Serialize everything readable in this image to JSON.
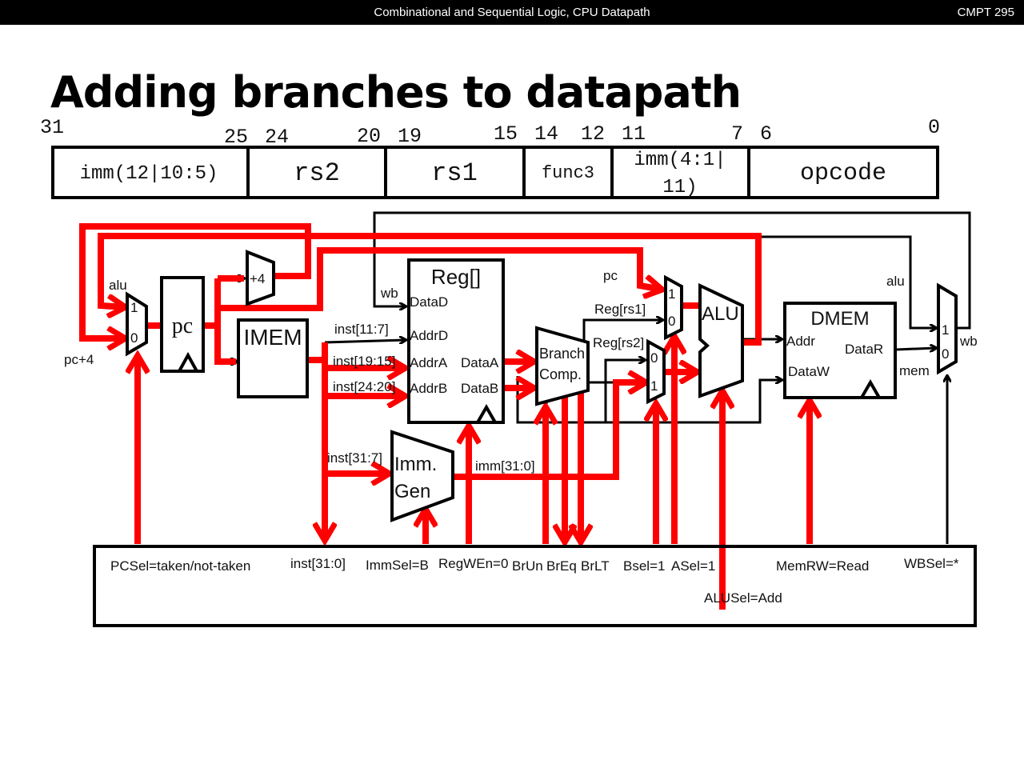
{
  "header": {
    "title": "Combinational and Sequential Logic, CPU Datapath",
    "course": "CMPT 295"
  },
  "slide_title": "Adding branches to datapath",
  "instruction_format": {
    "bit_labels": [
      "31",
      "25",
      "24",
      "20",
      "19",
      "15",
      "14",
      "12",
      "11",
      "7",
      "6",
      "0"
    ],
    "fields": [
      "imm(12|10:5)",
      "rs2",
      "rs1",
      "func3",
      "imm(4:1|",
      "11)",
      "opcode"
    ]
  },
  "datapath": {
    "blocks": {
      "pc": "pc",
      "adder": "+4",
      "imem": "IMEM",
      "reg": "Reg[]",
      "branch_comp_1": "Branch",
      "branch_comp_2": "Comp.",
      "alu": "ALU",
      "dmem": "DMEM",
      "immgen_1": "Imm.",
      "immgen_2": "Gen"
    },
    "ports": {
      "datad": "DataD",
      "addrd": "AddrD",
      "addra": "AddrA",
      "addrb": "AddrB",
      "dataa": "DataA",
      "datab": "DataB",
      "addr": "Addr",
      "datar": "DataR",
      "dataw": "DataW"
    },
    "mux_inputs": {
      "one": "1",
      "zero": "0"
    },
    "wire_labels": {
      "alu_pcmux": "alu",
      "pc_plus4": "pc+4",
      "wb_reg": "wb",
      "inst_11_7": "inst[11:7]",
      "inst_19_15": "inst[19:15]",
      "inst_24_20": "inst[24:20]",
      "inst_31_7": "inst[31:7]",
      "imm_31_0": "imm[31:0]",
      "pc_amux": "pc",
      "reg_rs1": "Reg[rs1]",
      "reg_rs2": "Reg[rs2]",
      "alu_wbmux": "alu",
      "wb_out": "wb",
      "mem": "mem"
    },
    "active_path_color": "#ff0000"
  },
  "control": {
    "pcsel": "PCSel=taken/not-taken",
    "inst": "inst[31:0]",
    "immsel": "ImmSel=B",
    "regwen": "RegWEn=0",
    "brun": "BrUn",
    "breq": "BrEq",
    "brlt": "BrLT",
    "bsel": "Bsel=1",
    "asel": "ASel=1",
    "alusel": "ALUSel=Add",
    "memrw": "MemRW=Read",
    "wbsel": "WBSel=*"
  }
}
